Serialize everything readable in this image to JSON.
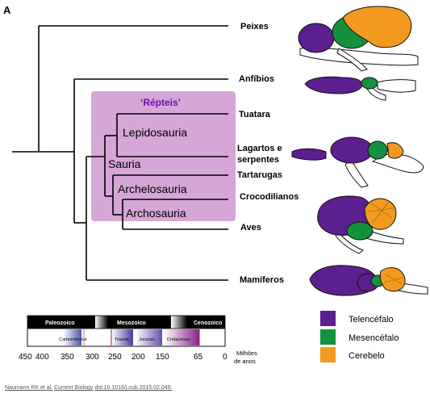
{
  "panel_label": "A",
  "reptiles_label": "‘Répteis’",
  "clades": {
    "lepidosauria": "Lepidosauria",
    "sauria": "Sauria",
    "archelosauria": "Archelosauria",
    "archosauria": "Archosauria"
  },
  "taxa": {
    "peixes": "Peixes",
    "anfibios": "Anfíbios",
    "tuatara": "Tuatara",
    "lagartos_1": "Lagartos e",
    "lagartos_2": "serpentes",
    "tartarugas": "Tartarugas",
    "crocodilianos": "Crocodilianos",
    "aves": "Aves",
    "mamiferos": "Mamíferos"
  },
  "timescale": {
    "eras": [
      "Paleozoico",
      "Mesozoico",
      "Cenozoico"
    ],
    "periods": [
      "Carboniferous",
      "Triassic",
      "Jurassic",
      "Cretaceous"
    ],
    "ticks": [
      "450",
      "400",
      "350",
      "300",
      "250",
      "200",
      "150",
      "65",
      "0"
    ],
    "unit_line1": "Milhões",
    "unit_line2": "de anos"
  },
  "legend": [
    {
      "label": "Telencéfalo",
      "color": "#5c1f8f"
    },
    {
      "label": "Mesencéfalo",
      "color": "#13913c"
    },
    {
      "label": "Cerebelo",
      "color": "#f39a1e"
    }
  ],
  "colors": {
    "reptile_box": "#d6a6d6",
    "reptile_label": "#6a12a6",
    "telencephalon": "#5c1f8f",
    "mesencephalon": "#13913c",
    "cerebellum": "#f39a1e"
  },
  "citation": {
    "authors": "Naumann RK et al.",
    "journal": "Current Biology",
    "doi": "doi:10.1016/j.cub.2015.02.049."
  }
}
